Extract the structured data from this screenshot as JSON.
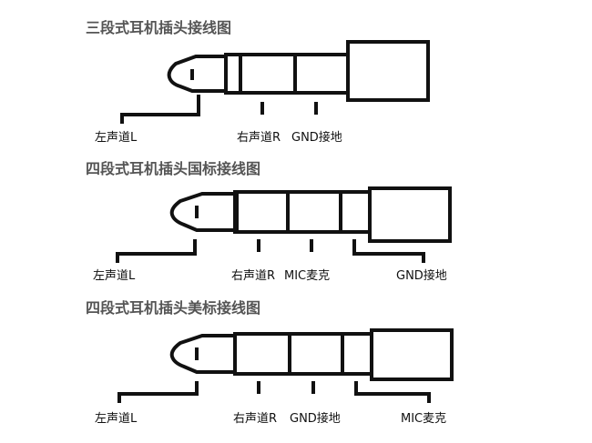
{
  "sections": [
    {
      "title": "三段式耳机插头接线图",
      "labels": [
        "左声道L",
        "右声道R",
        "GND接地"
      ]
    },
    {
      "title": "四段式耳机插头国标接线图",
      "labels": [
        "左声道L",
        "右声道R",
        "MIC麦克",
        "GND接地"
      ]
    },
    {
      "title": "四段式耳机插头美标接线图",
      "labels": [
        "左声道L",
        "右声道R",
        "GND接地",
        "MIC麦克"
      ]
    }
  ],
  "colors": {
    "line": "#111111",
    "title": "#555555"
  }
}
